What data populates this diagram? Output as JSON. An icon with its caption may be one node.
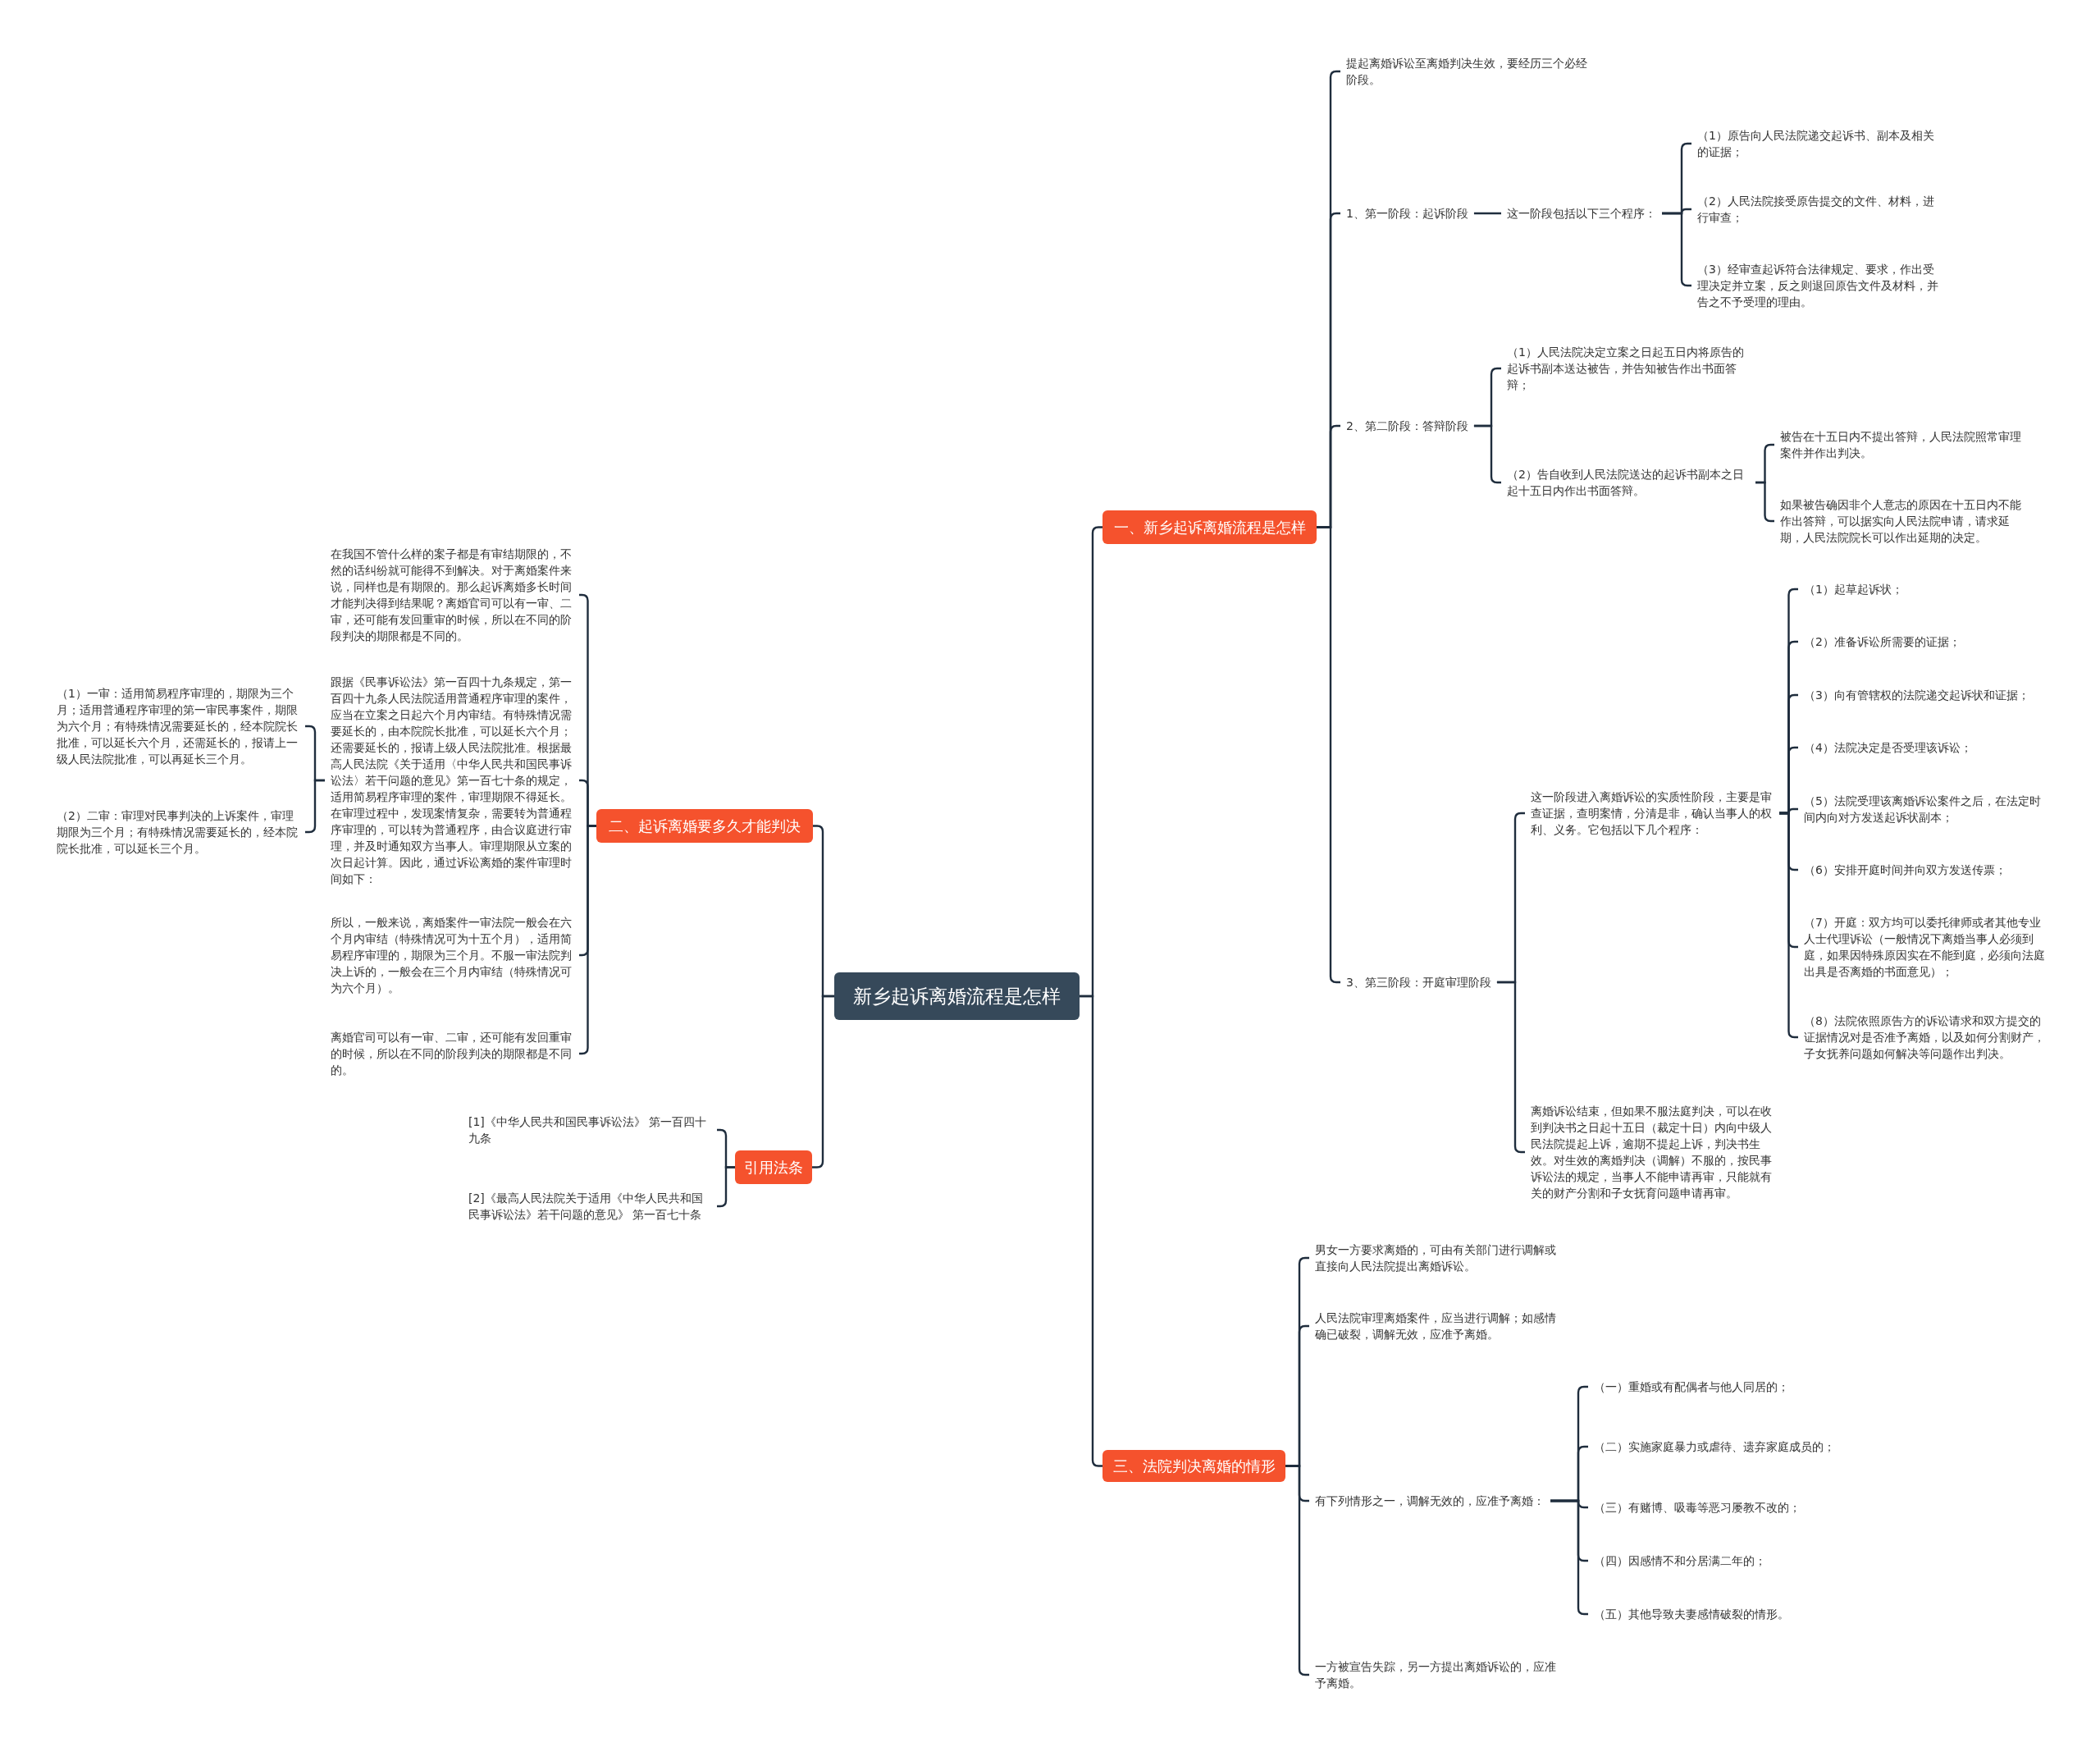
{
  "diagram": {
    "nodes": [
      {
        "text": [
          "新乡起诉离婚流程是怎样"
        ]
      },
      {
        "text": [
          "一、新乡起诉离婚流程是怎样"
        ]
      },
      {
        "text": [
          "提起离婚诉讼至离婚判决生效，要经历三个必经阶段。"
        ]
      },
      {
        "text": [
          "1、第一阶段：起诉阶段"
        ]
      },
      {
        "text": [
          "这一阶段包括以下三个程序："
        ]
      },
      {
        "text": [
          "（1）原告向人民法院递交起诉书、副本及相关的证据；"
        ]
      },
      {
        "text": [
          "（2）人民法院接受原告提交的文件、材料，进行审查；"
        ]
      },
      {
        "text": [
          "（3）经审查起诉符合法律规定、要求，作出受理决定并立案，反之则退回原告文件及材料，并告之不予受理的理由。"
        ]
      },
      {
        "text": [
          "2、第二阶段：答辩阶段"
        ]
      },
      {
        "text": [
          "（1）人民法院决定立案之日起五日内将原告的起诉书副本送达被告，并告知被告作出书面答辩；"
        ]
      },
      {
        "text": [
          "（2）告自收到人民法院送达的起诉书副本之日起十五日内作出书面答辩。"
        ]
      },
      {
        "text": [
          "被告在十五日内不提出答辩，人民法院照常审理案件并作出判决。"
        ]
      },
      {
        "text": [
          "如果被告确因非个人意志的原因在十五日内不能作出答辩，可以据实向人民法院申请，请求延期，人民法院院长可以作出延期的决定。"
        ]
      },
      {
        "text": [
          "3、第三阶段：开庭审理阶段"
        ]
      },
      {
        "text": [
          "这一阶段进入离婚诉讼的实质性阶段，主要是审查证据，查明案情，分清是非，确认当事人的权利、义务。它包括以下几个程序："
        ]
      },
      {
        "text": [
          "（1）起草起诉状；"
        ]
      },
      {
        "text": [
          "（2）准备诉讼所需要的证据；"
        ]
      },
      {
        "text": [
          "（3）向有管辖权的法院递交起诉状和证据；"
        ]
      },
      {
        "text": [
          "（4）法院决定是否受理该诉讼；"
        ]
      },
      {
        "text": [
          "（5）法院受理该离婚诉讼案件之后，在法定时间内向对方发送起诉状副本；"
        ]
      },
      {
        "text": [
          "（6）安排开庭时间并向双方发送传票；"
        ]
      },
      {
        "text": [
          "（7）开庭：双方均可以委托律师或者其他专业人士代理诉讼（一般情况下离婚当事人必须到庭，如果因特殊原因实在不能到庭，必须向法庭出具是否离婚的书面意见）；"
        ]
      },
      {
        "text": [
          "（8）法院依照原告方的诉讼请求和双方提交的证据情况对是否准予离婚，以及如何分割财产，子女抚养问题如何解决等问题作出判决。"
        ]
      },
      {
        "text": [
          "离婚诉讼结束，但如果不服法庭判决，可以在收到判决书之日起十五日（裁定十日）内向中级人民法院提起上诉，逾期不提起上诉，判决书生效。对生效的离婚判决（调解）不服的，按民事诉讼法的规定，当事人不能申请再审，只能就有关的财产分割和子女抚育问题申请再审。"
        ]
      },
      {
        "text": [
          "二、起诉离婚要多久才能判决"
        ]
      },
      {
        "text": [
          "在我国不管什么样的案子都是有审结期限的，不然的话纠纷就可能得不到解决。对于离婚案件来说，同样也是有期限的。那么起诉离婚多长时间才能判决得到结果呢？离婚官司可以有一审、二审，还可能有发回重审的时候，所以在不同的阶段判决的期限都是不同的。"
        ]
      },
      {
        "text": [
          "跟据《民事诉讼法》第一百四十九条规定，第一百四十九条人民法院适用普通程序审理的案件，应当在立案之日起六个月内审结。有特殊情况需要延长的，由本院院长批准，可以延长六个月；还需要延长的，报请上级人民法院批准。根据最高人民法院《关于适用〈中华人民共和国民事诉讼法〉若干问题的意见》第一百七十条的规定，适用简易程序审理的案件，审理期限不得延长。在审理过程中，发现案情复杂，需要转为普通程序审理的，可以转为普通程序，由合议庭进行审理，并及时通知双方当事人。审理期限从立案的次日起计算。因此，通过诉讼离婚的案件审理时间如下："
        ]
      },
      {
        "text": [
          "（1）一审：适用简易程序审理的，期限为三个月；适用普通程序审理的第一审民事案件，期限为六个月；有特殊情况需要延长的，经本院院长批准，可以延长六个月，还需延长的，报请上一级人民法院批准，可以再延长三个月。"
        ]
      },
      {
        "text": [
          "（2）二审：审理对民事判决的上诉案件，审理期限为三个月；有特殊情况需要延长的，经本院院长批准，可以延长三个月。"
        ]
      },
      {
        "text": [
          "所以，一般来说，离婚案件一审法院一般会在六个月内审结（特殊情况可为十五个月），适用简易程序审理的，期限为三个月。不服一审法院判决上诉的，一般会在三个月内审结（特殊情况可为六个月）。"
        ]
      },
      {
        "text": [
          "离婚官司可以有一审、二审，还可能有发回重审的时候，所以在不同的阶段判决的期限都是不同的。"
        ]
      },
      {
        "text": [
          "三、法院判决离婚的情形"
        ]
      },
      {
        "text": [
          "男女一方要求离婚的，可由有关部门进行调解或直接向人民法院提出离婚诉讼。"
        ]
      },
      {
        "text": [
          "人民法院审理离婚案件，应当进行调解；如感情确已破裂，调解无效，应准予离婚。"
        ]
      },
      {
        "text": [
          "有下列情形之一，调解无效的，应准予离婚："
        ]
      },
      {
        "text": [
          "（一）重婚或有配偶者与他人同居的；"
        ]
      },
      {
        "text": [
          "（二）实施家庭暴力或虐待、遗弃家庭成员的；"
        ]
      },
      {
        "text": [
          "（三）有赌博、吸毒等恶习屡教不改的；"
        ]
      },
      {
        "text": [
          "（四）因感情不和分居满二年的；"
        ]
      },
      {
        "text": [
          "（五）其他导致夫妻感情破裂的情形。"
        ]
      },
      {
        "text": [
          "一方被宣告失踪，另一方提出离婚诉讼的，应准予离婚。"
        ]
      },
      {
        "text": [
          "引用法条"
        ]
      },
      {
        "text": [
          "[1]《中华人民共和国民事诉讼法》 第一百四十九条"
        ]
      },
      {
        "text": [
          "[2]《最高人民法院关于适用《中华人民共和国民事诉讼法》若干问题的意见》 第一百七十条"
        ]
      }
    ],
    "edges": [
      {
        "from": 0,
        "to": 1,
        "arrow": "none"
      },
      {
        "from": 0,
        "to": 24,
        "arrow": "none"
      },
      {
        "from": 0,
        "to": 31,
        "arrow": "none"
      },
      {
        "from": 0,
        "to": 41,
        "arrow": "none"
      },
      {
        "from": 1,
        "to": 2,
        "arrow": "none"
      },
      {
        "from": 1,
        "to": 3,
        "arrow": "none"
      },
      {
        "from": 1,
        "to": 8,
        "arrow": "none"
      },
      {
        "from": 1,
        "to": 13,
        "arrow": "none"
      },
      {
        "from": 3,
        "to": 4,
        "arrow": "none"
      },
      {
        "from": 4,
        "to": 5,
        "arrow": "none"
      },
      {
        "from": 4,
        "to": 6,
        "arrow": "none"
      },
      {
        "from": 4,
        "to": 7,
        "arrow": "none"
      },
      {
        "from": 8,
        "to": 9,
        "arrow": "none"
      },
      {
        "from": 8,
        "to": 10,
        "arrow": "none"
      },
      {
        "from": 10,
        "to": 11,
        "arrow": "none"
      },
      {
        "from": 10,
        "to": 12,
        "arrow": "none"
      },
      {
        "from": 13,
        "to": 14,
        "arrow": "none"
      },
      {
        "from": 13,
        "to": 23,
        "arrow": "none"
      },
      {
        "from": 14,
        "to": 15,
        "arrow": "none"
      },
      {
        "from": 14,
        "to": 16,
        "arrow": "none"
      },
      {
        "from": 14,
        "to": 17,
        "arrow": "none"
      },
      {
        "from": 14,
        "to": 18,
        "arrow": "none"
      },
      {
        "from": 14,
        "to": 19,
        "arrow": "none"
      },
      {
        "from": 14,
        "to": 20,
        "arrow": "none"
      },
      {
        "from": 14,
        "to": 21,
        "arrow": "none"
      },
      {
        "from": 14,
        "to": 22,
        "arrow": "none"
      },
      {
        "from": 24,
        "to": 25,
        "arrow": "none"
      },
      {
        "from": 24,
        "to": 26,
        "arrow": "none"
      },
      {
        "from": 24,
        "to": 29,
        "arrow": "none"
      },
      {
        "from": 24,
        "to": 30,
        "arrow": "none"
      },
      {
        "from": 26,
        "to": 27,
        "arrow": "none"
      },
      {
        "from": 26,
        "to": 28,
        "arrow": "none"
      },
      {
        "from": 31,
        "to": 32,
        "arrow": "none"
      },
      {
        "from": 31,
        "to": 33,
        "arrow": "none"
      },
      {
        "from": 31,
        "to": 34,
        "arrow": "none"
      },
      {
        "from": 31,
        "to": 40,
        "arrow": "none"
      },
      {
        "from": 34,
        "to": 35,
        "arrow": "none"
      },
      {
        "from": 34,
        "to": 36,
        "arrow": "none"
      },
      {
        "from": 34,
        "to": 37,
        "arrow": "none"
      },
      {
        "from": 34,
        "to": 38,
        "arrow": "none"
      },
      {
        "from": 34,
        "to": 39,
        "arrow": "none"
      },
      {
        "from": 41,
        "to": 42,
        "arrow": "none"
      },
      {
        "from": 41,
        "to": 43,
        "arrow": "none"
      }
    ]
  }
}
